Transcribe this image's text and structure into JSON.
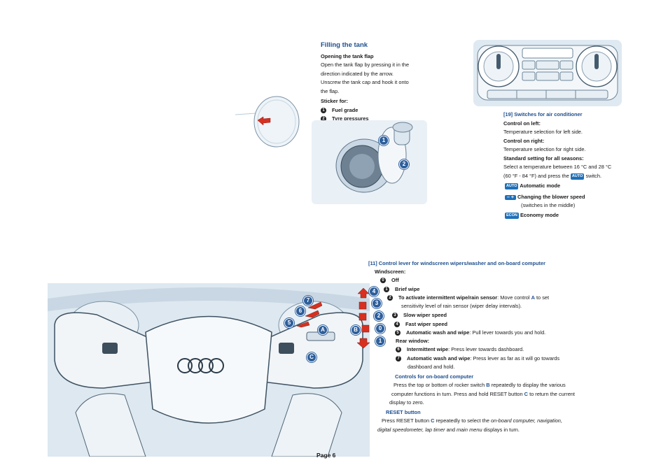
{
  "tank": {
    "title": "Filling the tank",
    "subtitle": "Opening the tank flap",
    "lines": [
      "Open the tank flap by pressing it in the",
      "direction indicated by the arrow.",
      "Unscrew the tank cap and hook it onto",
      "the flap."
    ],
    "sticker_label": "Sticker for:",
    "items": [
      {
        "num": "1",
        "label": "Fuel grade"
      },
      {
        "num": "2",
        "label": "Tyre pressures"
      }
    ],
    "callouts": [
      "1",
      "2"
    ]
  },
  "ac": {
    "title": "[19] Switches for air conditioner",
    "left_head": "Control on left:",
    "left_text": "Temperature selection for left side.",
    "right_head": "Control on right:",
    "right_text": "Temperature selection for right side.",
    "std_head": "Standard setting for all seasons:",
    "std_line1": "Select a temperature between 16 °C and 28 °C",
    "std_line2a": "(60 °F - 84 °F) and press the",
    "std_line2b": "switch.",
    "auto_badge": "AUTO",
    "minus_plus": "– +",
    "econ_badge": "ECON",
    "auto_label": "Automatic mode",
    "blower_label": "Changing the blower speed",
    "blower_sub": "(switches in the middle)",
    "econ_label": "Economy  mode"
  },
  "wiper": {
    "title": "[11] Control lever for windscreen wipers/washer and on-board computer",
    "windscreen": "Windscreen:",
    "off_num": "0",
    "off": "Off",
    "brief_num": "1",
    "brief": "Brief wipe",
    "interm_num": "2",
    "interm_bold": "To activate intermittent wipe/rain sensor",
    "interm_a": ": Move control ",
    "interm_key": "A",
    "interm_b": " to set",
    "interm_line2": "sensitivity level of rain sensor (wiper delay intervals).",
    "slow_num": "3",
    "slow": "Slow wiper speed",
    "fast_num": "4",
    "fast": "Fast wiper speed",
    "autowash_num": "5",
    "autowash_bold": "Automatic wash and wipe",
    "autowash_rest": ": Pull lever towards you and hold.",
    "rear": "Rear window:",
    "intwipe_num": "6",
    "intwipe_bold": "Intermittent wipe",
    "intwipe_rest": ": Press lever towards dashboard.",
    "rearwash_num": "7",
    "rearwash_bold": "Automatic wash and wipe",
    "rearwash_rest": ": Press lever as far as it will go towards",
    "rearwash_line2": "dashboard and hold.",
    "obc_head": "Controls for on-board computer",
    "obc_l1a": "Press the top or bottom of rocker switch ",
    "obc_l1key": "B",
    "obc_l1b": " repeatedly to display the various",
    "obc_l2a": "computer functions in turn. Press and hold RESET button ",
    "obc_l2key": "C",
    "obc_l2b": " to return the current",
    "obc_l3": "display to zero.",
    "reset_head": "RESET button",
    "reset_l1a": "Press RESET button ",
    "reset_l1key": "C",
    "reset_l1b": " repeatedly to select the ",
    "reset_l1i": "on-board computer, navigation,",
    "reset_l2i1": "digital speedometer, lap timer",
    "reset_l2m": " and ",
    "reset_l2i2": "main menu",
    "reset_l2e": " displays in turn.",
    "callouts": [
      "4",
      "3",
      "2",
      "0",
      "1",
      "7",
      "6",
      "5",
      "A",
      "B",
      "C"
    ]
  },
  "footer": {
    "page": "Page 6"
  },
  "colors": {
    "accent": "#1f4f8f",
    "callout": "#2d5f9c",
    "arrow_red": "#d83020"
  }
}
